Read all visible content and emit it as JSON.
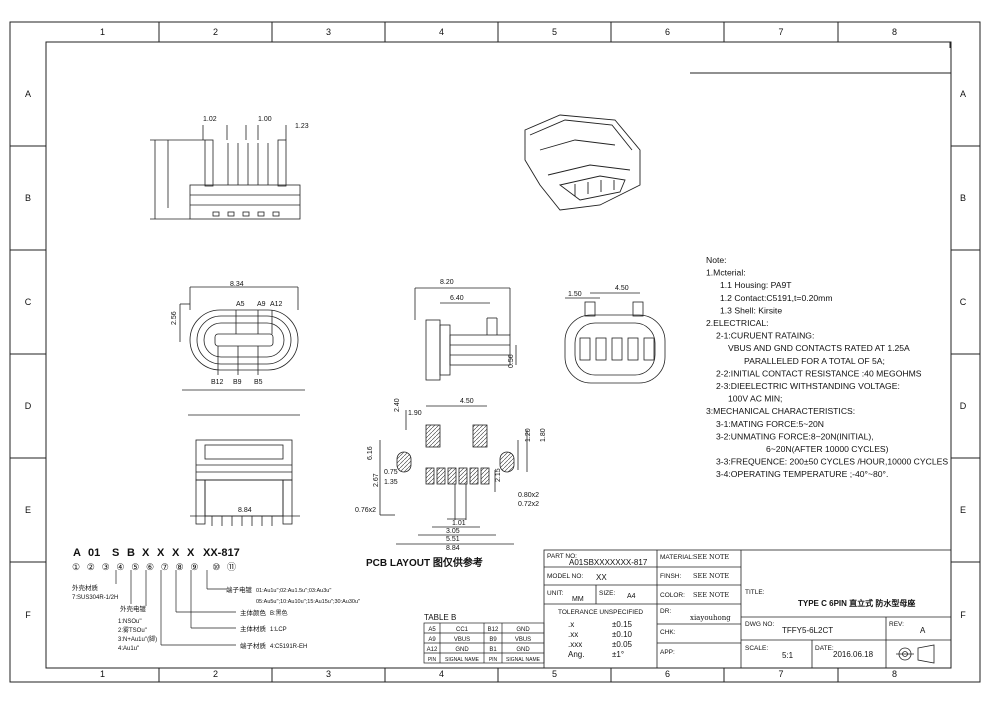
{
  "frame": {
    "columns": [
      "1",
      "2",
      "3",
      "4",
      "5",
      "6",
      "7",
      "8"
    ],
    "rows": [
      "A",
      "B",
      "C",
      "D",
      "E",
      "F"
    ]
  },
  "dims": {
    "top_view": [
      "1.02",
      "1.00",
      "1.23"
    ],
    "front_view": [
      "8.34",
      "2.56",
      "A5",
      "A9",
      "A12",
      "B12",
      "B9",
      "B5"
    ],
    "side_view": [
      "8.20",
      "6.40",
      "0.56"
    ],
    "end_view": [
      "1.50",
      "4.50"
    ],
    "bottom_view": [
      "8.84"
    ],
    "pcb": [
      "2.40",
      "4.50",
      "1.90",
      "1.20",
      "1.80",
      "6.16",
      "0.75",
      "2.67",
      "1.35",
      "2.15",
      "0.80x2",
      "0.72x2",
      "0.76x2",
      "1.01",
      "3.05",
      "5.51",
      "8.84"
    ]
  },
  "pcb_title": "PCB LAYOUT 图仅供参考",
  "notes": [
    "Note:",
    "1.Mcterial:",
    "1.1 Housing: PA9T",
    "1.2 Contact:C5191,t=0.20mm",
    "1.3 Shell: Kirsite",
    "2.ELECTRICAL:",
    "2-1:CURUENT RATAING:",
    "VBUS AND GND CONTACTS RATED AT 1.25A",
    "PARALLELED FOR A TOTAL OF 5A;",
    "2-2:INITIAL CONTACT RESISTANCE :40 MEGOHMS",
    "2-3:DIEELECTRIC WITHSTANDING VOLTAGE:",
    "100V AC MIN;",
    "3:MECHANICAL CHARACTERISTICS:",
    "3-1:MATING FORCE:5~20N",
    "3-2:UNMATING FORCE:8~20N(INITIAL),",
    "6~20N(AFTER 10000 CYCLES)",
    "3-3:FREQUENCE: 200±50 CYCLES /HOUR,10000 CYCLES",
    "3-4:OPERATING TEMPERATURE ;-40°~80°."
  ],
  "part_code": {
    "code": [
      "A",
      "01",
      "S",
      "B",
      "X",
      "X",
      "X",
      "X",
      "XX-817"
    ],
    "circled": [
      "①",
      "②",
      "③",
      "④",
      "⑤",
      "⑥",
      "⑦",
      "⑧",
      "⑨",
      "⑩",
      "⑪"
    ],
    "legend": [
      "外壳材质",
      "7:SUS304R-1/2H",
      "外壳电镀",
      "1:NSOu''",
      "2:雾TSOu''",
      "3:N+Au1u''(脚)",
      "4:Au1u''",
      "端子电镀",
      "01:Au1u'';02:Au1.5u'';03:Au3u''",
      "05:Au5u'';10:Au10u'';15:Au15u'';30:Au30u''",
      "主体颜色",
      "B:黑色",
      "主体材质",
      "1:LCP",
      "端子材质",
      "4:C5191R-EH"
    ]
  },
  "table_b": {
    "title": "TABLE B",
    "rows": [
      [
        "A5",
        "CC1",
        "B12",
        "GND"
      ],
      [
        "A9",
        "VBUS",
        "B9",
        "VBUS"
      ],
      [
        "A12",
        "GND",
        "B1",
        "GND"
      ],
      [
        "PIN",
        "SIGNAL NAME",
        "PIN",
        "SIGNAL NAME"
      ]
    ]
  },
  "title_block": {
    "part_no_label": "PART NO:",
    "part_no": "A01SBXXXXXXX-817",
    "model_label": "MODEL NO:",
    "model": "XX",
    "unit_label": "UNIT:",
    "unit": "MM",
    "size_label": "SIZE:",
    "size": "A4",
    "tol_label": "TOLERANCE UNSPECIFIED",
    "tolerances": [
      [
        ".x",
        "±0.15"
      ],
      [
        ".xx",
        "±0.10"
      ],
      [
        ".xxx",
        "±0.05"
      ],
      [
        "Ang.",
        "±1°"
      ]
    ],
    "material_label": "MATERIAL:",
    "material": "SEE NOTE",
    "finish_label": "FINSH:",
    "finish": "SEE NOTE",
    "color_label": "COLOR:",
    "color": "SEE NOTE",
    "dr_label": "DR:",
    "dr": "xiayouhong",
    "chk_label": "CHK:",
    "app_label": "APP:",
    "title_label": "TITLE:",
    "title": "TYPE C 6PIN 直立式 防水型母座",
    "dwg_label": "DWG NO:",
    "dwg": "TFFY5-6L2CT",
    "rev_label": "REV:",
    "rev": "A",
    "scale_label": "SCALE:",
    "scale": "5:1",
    "date_label": "DATE:",
    "date": "2016.06.18"
  }
}
